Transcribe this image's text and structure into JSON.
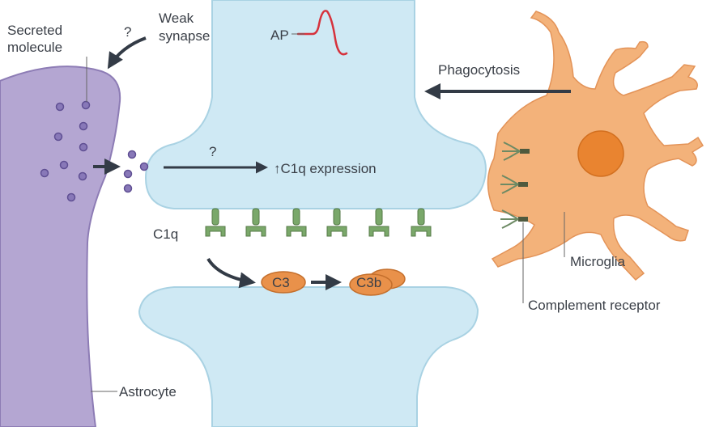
{
  "labels": {
    "secreted_molecule_line1": "Secreted",
    "secreted_molecule_line2": "molecule",
    "question_top": "?",
    "weak_synapse_line1": "Weak",
    "weak_synapse_line2": "synapse",
    "ap": "AP",
    "phagocytosis": "Phagocytosis",
    "question_mid": "?",
    "c1q_expression": "↑C1q expression",
    "c1q": "C1q",
    "c3": "C3",
    "c3b": "C3b",
    "microglia": "Microglia",
    "complement_receptor": "Complement receptor",
    "astrocyte": "Astrocyte"
  },
  "colors": {
    "astrocyte": "#b4a6d2",
    "astrocyte_edge": "#8d7cb5",
    "vesicle": "#8878b8",
    "neuron": "#cfe9f4",
    "neuron_edge": "#a9d2e3",
    "action_potential": "#d6323c",
    "microglia": "#f3b27a",
    "microglia_edge": "#e39358",
    "nucleus": "#e98430",
    "c1q": "#7aa86a",
    "complement": "#e9914a",
    "arrow": "#333b46"
  },
  "icons": [
    "c1q-protein-icon",
    "complement-receptor-icon",
    "vesicle-icon",
    "arrow-icon"
  ]
}
